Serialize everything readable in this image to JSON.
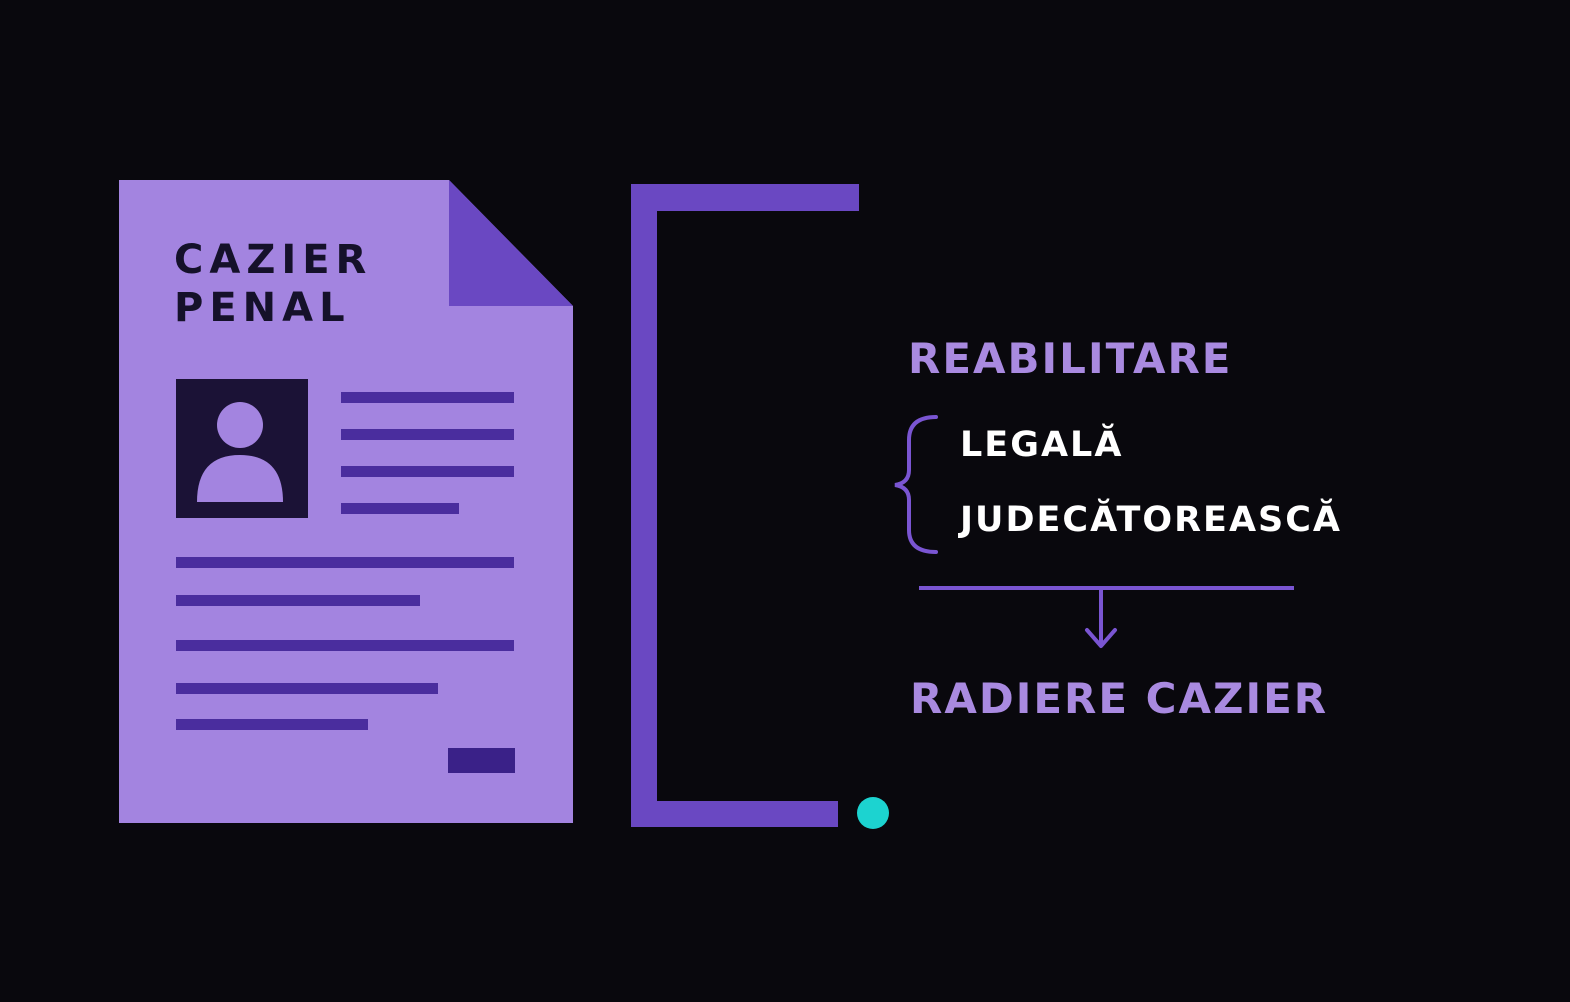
{
  "document": {
    "title_line1": "CAZIER",
    "title_line2": "PENAL"
  },
  "flow": {
    "heading": "REABILITARE",
    "types": [
      "LEGALĂ",
      "JUDECĂTOREASCĂ"
    ],
    "result": "RADIERE CAZIER"
  },
  "colors": {
    "background": "#09080d",
    "paper": "#a384e0",
    "paper_fold": "#6a48c2",
    "ink": "#4a2d9e",
    "accent": "#6a48c2",
    "label_purple": "#a98ae0",
    "label_white": "#ffffff",
    "dot": "#1cd3d0"
  },
  "icons": [
    "document-icon",
    "person-icon",
    "bracket-icon",
    "curly-brace-icon",
    "arrow-down-icon",
    "dot-icon"
  ]
}
